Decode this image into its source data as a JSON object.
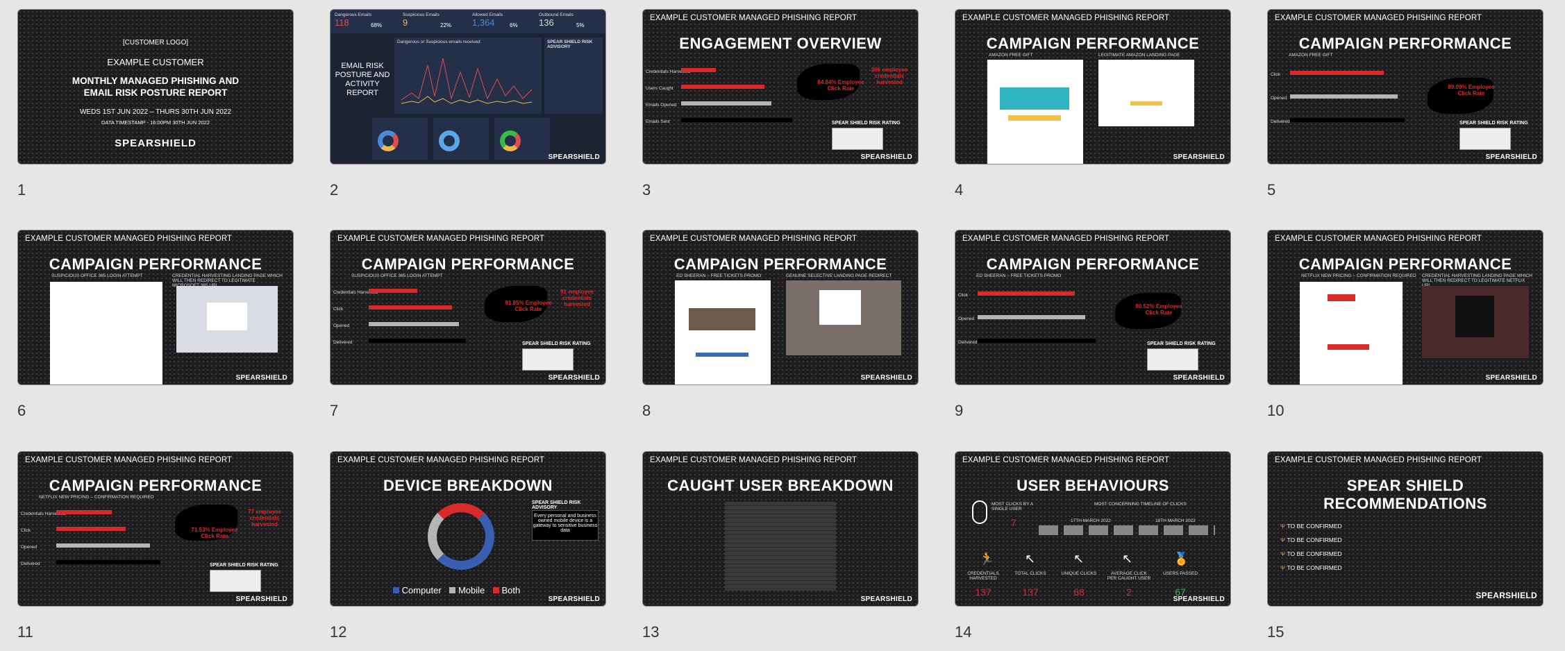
{
  "slides": [
    {
      "n": "1",
      "logo_text": "[CUSTOMER LOGO]",
      "customer": "EXAMPLE CUSTOMER",
      "title_line1": "MONTHLY MANAGED PHISHING AND",
      "title_line2": "EMAIL RISK POSTURE REPORT",
      "dates": "WEDS 1ST JUN 2022 – THURS 30TH JUN 2022",
      "timestamp": "DATA TIMESTAMP - 16:00PM 30TH JUN 2022",
      "brand": "SPEARSHIELD"
    },
    {
      "n": "2",
      "kpis": [
        {
          "label": "Dangerous Emails",
          "value": "118",
          "pct": "68%"
        },
        {
          "label": "Suspicious Emails",
          "value": "9",
          "pct": "22%"
        },
        {
          "label": "Allowed Emails",
          "value": "1,364",
          "pct": "6%"
        },
        {
          "label": "Outbound Emails",
          "value": "136",
          "pct": "5%"
        }
      ],
      "left_title": "EMAIL RISK POSTURE AND ACTIVITY REPORT",
      "chart_title": "Dangerous or Suspicious emails received",
      "advisory": "SPEAR SHIELD RISK ADVISORY",
      "brand": "SPEARSHIELD"
    },
    {
      "n": "3",
      "header": "EXAMPLE CUSTOMER MANAGED PHISHING REPORT",
      "title": "ENGAGEMENT OVERVIEW",
      "rows": [
        "Credentials Harvested",
        "Users Caught",
        "Emails Opened",
        "Emails Sent"
      ],
      "pct": "84.84% Employee Click Rate",
      "harvest": "206 employee credentials harvested",
      "rating": "SPEAR SHIELD RISK RATING",
      "brand": "SPEARSHIELD"
    },
    {
      "n": "4",
      "header": "EXAMPLE CUSTOMER MANAGED PHISHING REPORT",
      "title": "CAMPAIGN PERFORMANCE",
      "sub_left": "AMAZON FREE GIFT",
      "sub_right": "LEGITIMATE AMAZON LANDING PAGE",
      "brand": "SPEARSHIELD"
    },
    {
      "n": "5",
      "header": "EXAMPLE CUSTOMER MANAGED PHISHING REPORT",
      "title": "CAMPAIGN PERFORMANCE",
      "sub_left": "AMAZON FREE GIFT",
      "rows": [
        "Click",
        "Opened",
        "Delivered"
      ],
      "pct": "89.09% Employee Click Rate",
      "rating": "SPEAR SHIELD RISK RATING",
      "brand": "SPEARSHIELD"
    },
    {
      "n": "6",
      "header": "EXAMPLE CUSTOMER MANAGED PHISHING REPORT",
      "title": "CAMPAIGN PERFORMANCE",
      "sub_left": "SUSPICIOUS OFFICE 365 LOGIN ATTEMPT",
      "sub_right": "CREDENTIAL HARVESTING LANDING PAGE WHICH WILL THEN REDIRECT TO LEGITIMATE MICROSOFT 365 URL",
      "brand": "SPEARSHIELD"
    },
    {
      "n": "7",
      "header": "EXAMPLE CUSTOMER MANAGED PHISHING REPORT",
      "title": "CAMPAIGN PERFORMANCE",
      "sub_left": "SUSPICIOUS OFFICE 365 LOGIN ATTEMPT",
      "rows": [
        "Credentials Harvested",
        "Click",
        "Opened",
        "Delivered"
      ],
      "pct": "91.85% Employee Click Rate",
      "harvest": "91 employee credentials harvested",
      "rating": "SPEAR SHIELD RISK RATING",
      "brand": "SPEARSHIELD"
    },
    {
      "n": "8",
      "header": "EXAMPLE CUSTOMER MANAGED PHISHING REPORT",
      "title": "CAMPAIGN PERFORMANCE",
      "sub_left": "ED SHEERAN – FREE TICKETS PROMO",
      "sub_right": "GENUINE SELECTIVE LANDING PAGE REDIRECT",
      "brand": "SPEARSHIELD"
    },
    {
      "n": "9",
      "header": "EXAMPLE CUSTOMER MANAGED PHISHING REPORT",
      "title": "CAMPAIGN PERFORMANCE",
      "sub_left": "ED SHEERAN – FREE TICKETS PROMO",
      "rows": [
        "Click",
        "Opened",
        "Delivered"
      ],
      "pct": "90.52% Employee Click Rate",
      "rating": "SPEAR SHIELD RISK RATING",
      "brand": "SPEARSHIELD"
    },
    {
      "n": "10",
      "header": "EXAMPLE CUSTOMER MANAGED PHISHING REPORT",
      "title": "CAMPAIGN PERFORMANCE",
      "sub_left": "NETFLIX NEW PRICING – CONFIRMATION REQUIRED",
      "sub_right": "CREDENTIAL HARVESTING LANDING PAGE WHICH WILL THEN REDIRECT TO LEGITIMATE NETFLIX URL",
      "brand": "SPEARSHIELD"
    },
    {
      "n": "11",
      "header": "EXAMPLE CUSTOMER MANAGED PHISHING REPORT",
      "title": "CAMPAIGN PERFORMANCE",
      "sub_left": "NETFLIX NEW PRICING – CONFIRMATION REQUIRED",
      "rows": [
        "Credentials Harvested",
        "Click",
        "Opened",
        "Delivered"
      ],
      "pct": "71.53% Employee Click Rate",
      "harvest": "77 employee credentials harvested",
      "rating": "SPEAR SHIELD RISK RATING",
      "brand": "SPEARSHIELD"
    },
    {
      "n": "12",
      "header": "EXAMPLE CUSTOMER MANAGED PHISHING REPORT",
      "title": "DEVICE BREAKDOWN",
      "advisory": "SPEAR SHIELD RISK ADVISORY",
      "advisory_text": "Every personal and business owned mobile device is a gateway to sensitive business data",
      "legend": [
        "Computer",
        "Mobile",
        "Both"
      ],
      "brand": "SPEARSHIELD"
    },
    {
      "n": "13",
      "header": "EXAMPLE CUSTOMER MANAGED PHISHING REPORT",
      "title": "CAUGHT USER BREAKDOWN",
      "brand": "SPEARSHIELD"
    },
    {
      "n": "14",
      "header": "EXAMPLE CUSTOMER MANAGED PHISHING REPORT",
      "title": "USER BEHAVIOURS",
      "most_clicks_label": "MOST CLICKS BY A SINGLE USER",
      "most_clicks_value": "7",
      "timeline_label": "MOST CONCERNING TIMELINE OF CLICKS",
      "date_a": "17TH MARCH 2022",
      "date_b": "18TH MARCH 2022",
      "stats": [
        {
          "label": "CREDENTIALS HARVESTED",
          "value": "137"
        },
        {
          "label": "TOTAL CLICKS",
          "value": "137"
        },
        {
          "label": "UNIQUE CLICKS",
          "value": "68"
        },
        {
          "label": "AVERAGE CLICK PER CAUGHT USER",
          "value": "2"
        },
        {
          "label": "USERS PASSED",
          "value": "67"
        }
      ],
      "brand": "SPEARSHIELD"
    },
    {
      "n": "15",
      "header": "EXAMPLE CUSTOMER MANAGED PHISHING REPORT",
      "title_line1": "SPEAR SHIELD",
      "title_line2": "RECOMMENDATIONS",
      "items": [
        "TO BE CONFIRMED",
        "TO BE CONFIRMED",
        "TO BE CONFIRMED",
        "TO BE CONFIRMED"
      ],
      "brand": "SPEARSHIELD"
    }
  ],
  "colors": {
    "accent_red": "#d92a2a",
    "slide_bg": "#1d1d1f",
    "green": "#3bb84a",
    "blue": "#3a5fb0"
  }
}
